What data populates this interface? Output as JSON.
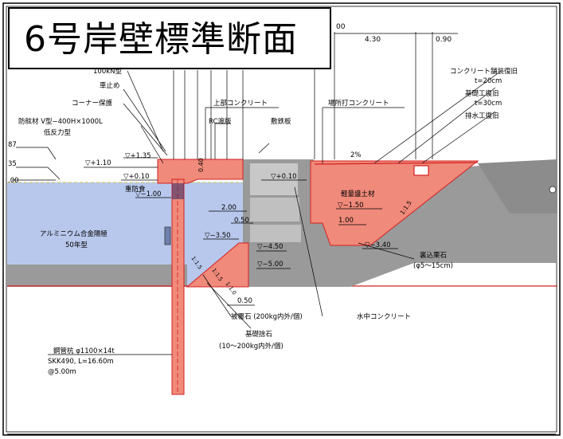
{
  "title": "6号岸壁標準断面",
  "colors": {
    "water": "#b8c8ec",
    "ground": "#9a9a9a",
    "concrete": "#f08a7a",
    "lines": "#d42020"
  },
  "dimensions": {
    "top_a": "00",
    "top_b": "4.30",
    "top_c": "0.90",
    "d_040": "0.40",
    "d_200": "2.00",
    "d_050a": "0.50",
    "d_050b": "0.50",
    "d_100": "1.00",
    "slope_fill": "1:1.5",
    "slope_rock": "1:1.5",
    "slope_mound": "1:1.5",
    "slope_small": "1:1.0",
    "grade": "2%"
  },
  "levels": {
    "lv_135": "▽+1.35",
    "lv_110": "▽+1.10",
    "lv_010a": "▽+0.10",
    "lv_010b": "▽+0.10",
    "lv_m100": "▽−1.00",
    "lv_m150": "▽−1.50",
    "lv_m340": "▽−3.40",
    "lv_m350": "▽−3.50",
    "lv_m450": "▽−4.50",
    "lv_m500": "▽−5.00",
    "left_87": "87",
    "left_35": "35",
    "left_00": ".00"
  },
  "labels": {
    "l_100kn": "100kN型",
    "l_stop": "車止め",
    "l_corner": "コーナー保護",
    "l_fender1": "防舷材 V型−400H×1000L",
    "l_fender2": "低反力型",
    "l_upper": "上部コンクリート",
    "l_rc": "RC渡版",
    "l_plate": "敷鉄板",
    "l_castin": "場所打コンクリート",
    "l_pave1": "コンクリート舗装復旧",
    "l_pave2": "t=20cm",
    "l_base1": "基礎工復旧",
    "l_base2": "t=30cm",
    "l_drain": "排水工復旧",
    "l_anode1": "アルミニウム合金陽極",
    "l_anode2": "50年型",
    "l_anticorr": "重防食",
    "l_light": "軽量盛土材",
    "l_backfill1": "裏込栗石",
    "l_backfill2": "(φ5〜15cm)",
    "l_cover": "被覆石 (200kg内外/個)",
    "l_found1": "基礎捨石",
    "l_found2": "(10〜200kg内外/個)",
    "l_underwater": "水中コンクリート",
    "l_pile1": "鋼管杭 φ1100×14t",
    "l_pile2": "SKK490, L=16.60m",
    "l_pile3": "@5.00m"
  }
}
